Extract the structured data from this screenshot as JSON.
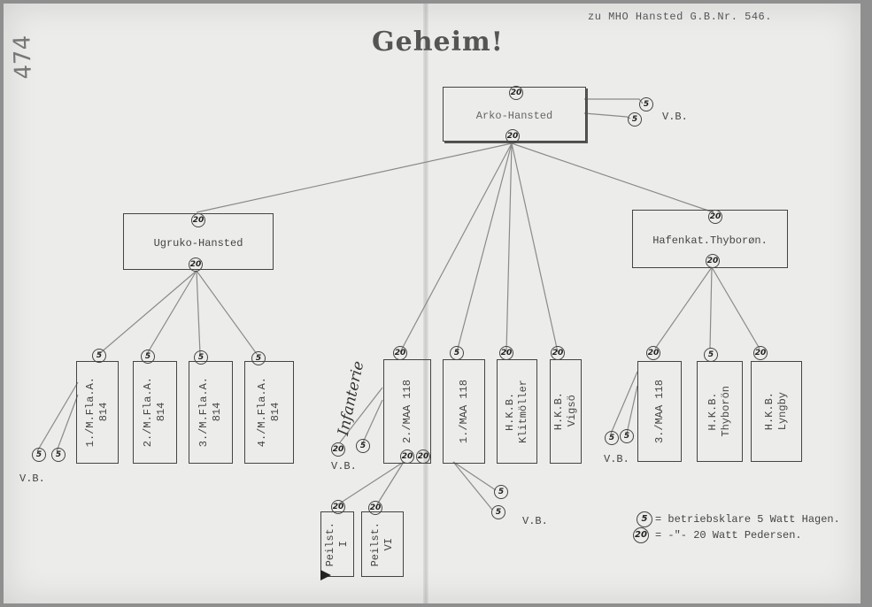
{
  "header": {
    "reference": "zu MHO Hansted G.B.Nr. 546.",
    "handwritten_number": "474",
    "title": "Geheim!"
  },
  "nodes": {
    "arko": "Arko-Hansted",
    "ugruko": "Ugruko-Hansted",
    "hafenkat": "Hafenkat.Thyborøn.",
    "fla1": "1./M.Fla.A.\n814",
    "fla2": "2./M.Fla.A.\n814",
    "fla3": "3./M.Fla.A.\n814",
    "fla4": "4./M.Fla.A.\n814",
    "maa2": "2./MAA 118",
    "maa1": "1./MAA 118",
    "hkb_klit": "H.K.B.\nKlitmöller",
    "hkb_vigso": "H.K.B.\nVigsö",
    "maa3": "3./MAA 118",
    "hkb_thyboron": "H.K.B.\nThyborön",
    "hkb_lyngby": "H.K.B.\nLyngby",
    "peil1": "Peilst.\nI",
    "peil6": "Peilst.\nVI"
  },
  "badges": {
    "five": "5",
    "twenty": "20"
  },
  "vb_label": "V.B.",
  "signature": "Infanterie",
  "legend": {
    "line1_symbol": "5",
    "line1_text": "= betriebsklare 5 Watt Hagen.",
    "line2_symbol": "20",
    "line2_text": "= -\"-  20 Watt Pedersen."
  }
}
